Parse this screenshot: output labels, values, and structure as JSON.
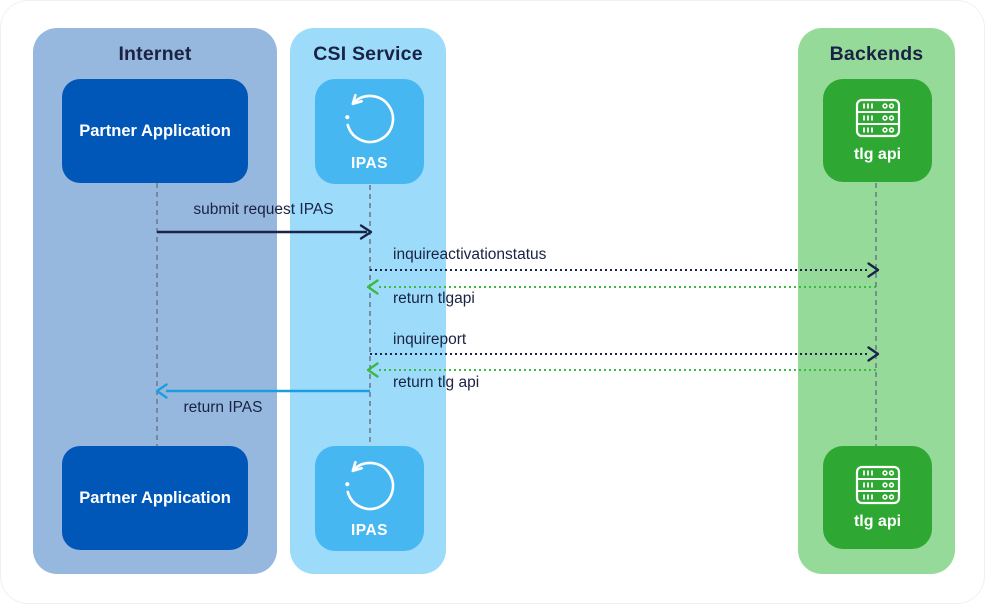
{
  "colors": {
    "canvas_bg": "#ffffff",
    "lane_internet_bg": "#97b8de",
    "lane_csi_bg": "#9cdcfa",
    "lane_backends_bg": "#96da99",
    "partner_box_bg": "#0057b8",
    "ipas_box_bg": "#47b7f2",
    "tlg_box_bg": "#2ea733",
    "heading_text": "#1a2244",
    "box_text": "#ffffff",
    "arrow_navy": "#1b2348",
    "arrow_green": "#3cb843",
    "arrow_blue": "#1b9de0",
    "lifeline_gray": "#6e7c8c"
  },
  "lanes": {
    "internet": {
      "title": "Internet",
      "node_label": "Partner Application"
    },
    "csi": {
      "title": "CSI Service",
      "node_label": "IPAS"
    },
    "backends": {
      "title": "Backends",
      "node_label": "tlg api"
    }
  },
  "messages": {
    "submit_request": {
      "label": "submit request IPAS"
    },
    "inquire_activation_status": {
      "label": "inquireactivationstatus"
    },
    "return_tlgapi": {
      "label": "return tlgapi"
    },
    "inquire_port": {
      "label": "inquireport"
    },
    "return_tlg_api": {
      "label": "return tlg api"
    },
    "return_ipas": {
      "label": "return IPAS"
    }
  },
  "icons": {
    "ipas": "refresh-icon",
    "tlg": "server-icon"
  }
}
